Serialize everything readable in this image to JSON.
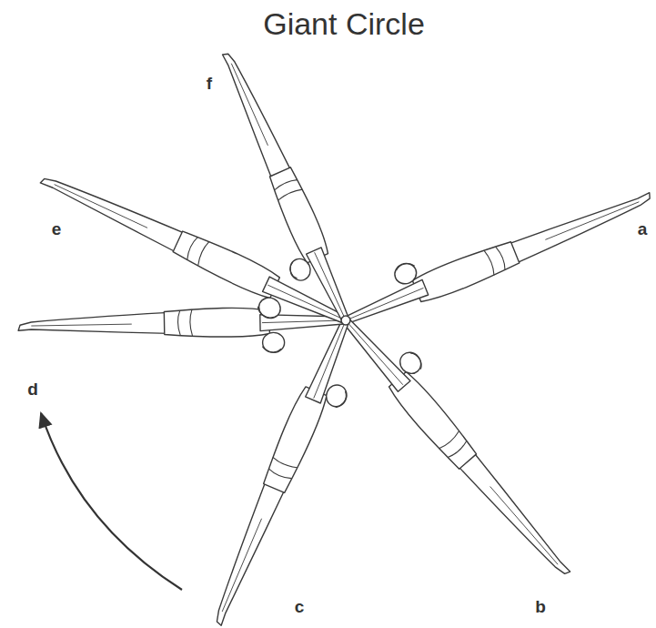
{
  "diagram": {
    "title": "Giant Circle",
    "labels": [
      "a",
      "b",
      "c",
      "d",
      "e",
      "f"
    ]
  }
}
